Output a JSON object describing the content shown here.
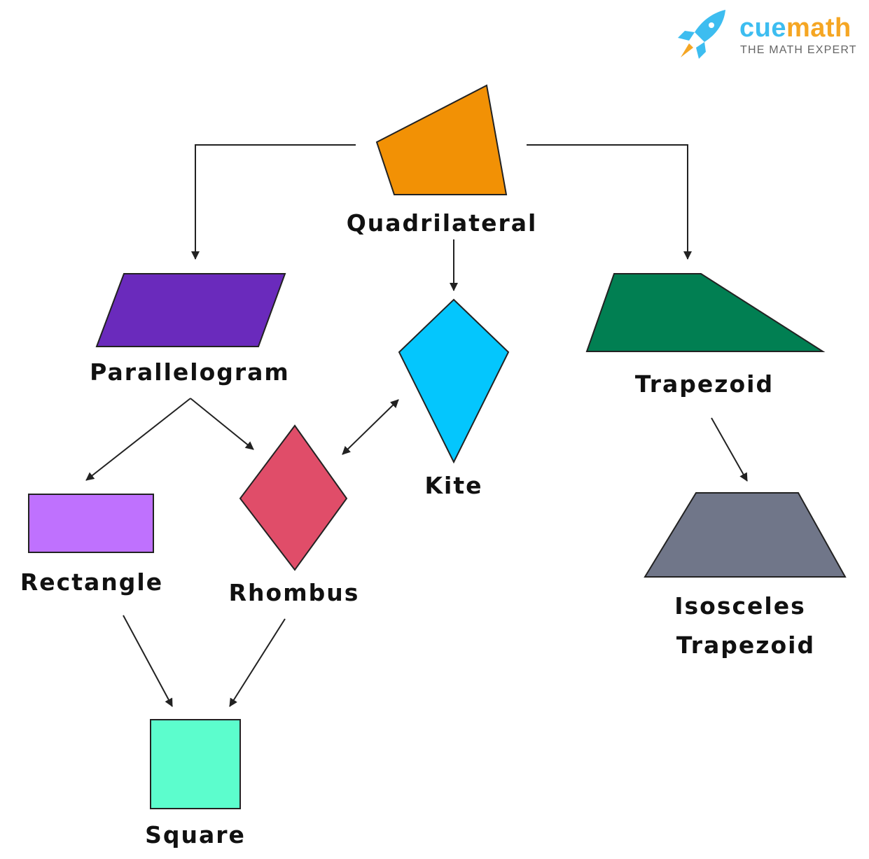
{
  "logo": {
    "brand_first": "cue",
    "brand_second": "math",
    "tagline": "THE MATH EXPERT",
    "brand_first_color": "#3dbdf0",
    "brand_second_color": "#f5a623",
    "icon": "rocket-icon"
  },
  "nodes": {
    "quadrilateral": {
      "label": "Quadrilateral",
      "color": "#f29105"
    },
    "parallelogram": {
      "label": "Parallelogram",
      "color": "#6a2abc"
    },
    "kite": {
      "label": "Kite",
      "color": "#04c6fd"
    },
    "trapezoid": {
      "label": "Trapezoid",
      "color": "#017f52"
    },
    "rectangle": {
      "label": "Rectangle",
      "color": "#bf71fe"
    },
    "rhombus": {
      "label": "Rhombus",
      "color": "#e04d69"
    },
    "isosceles_trapezoid": {
      "label_line1": "Isosceles",
      "label_line2": "Trapezoid",
      "color": "#707689"
    },
    "square": {
      "label": "Square",
      "color": "#5cfdcd"
    }
  }
}
